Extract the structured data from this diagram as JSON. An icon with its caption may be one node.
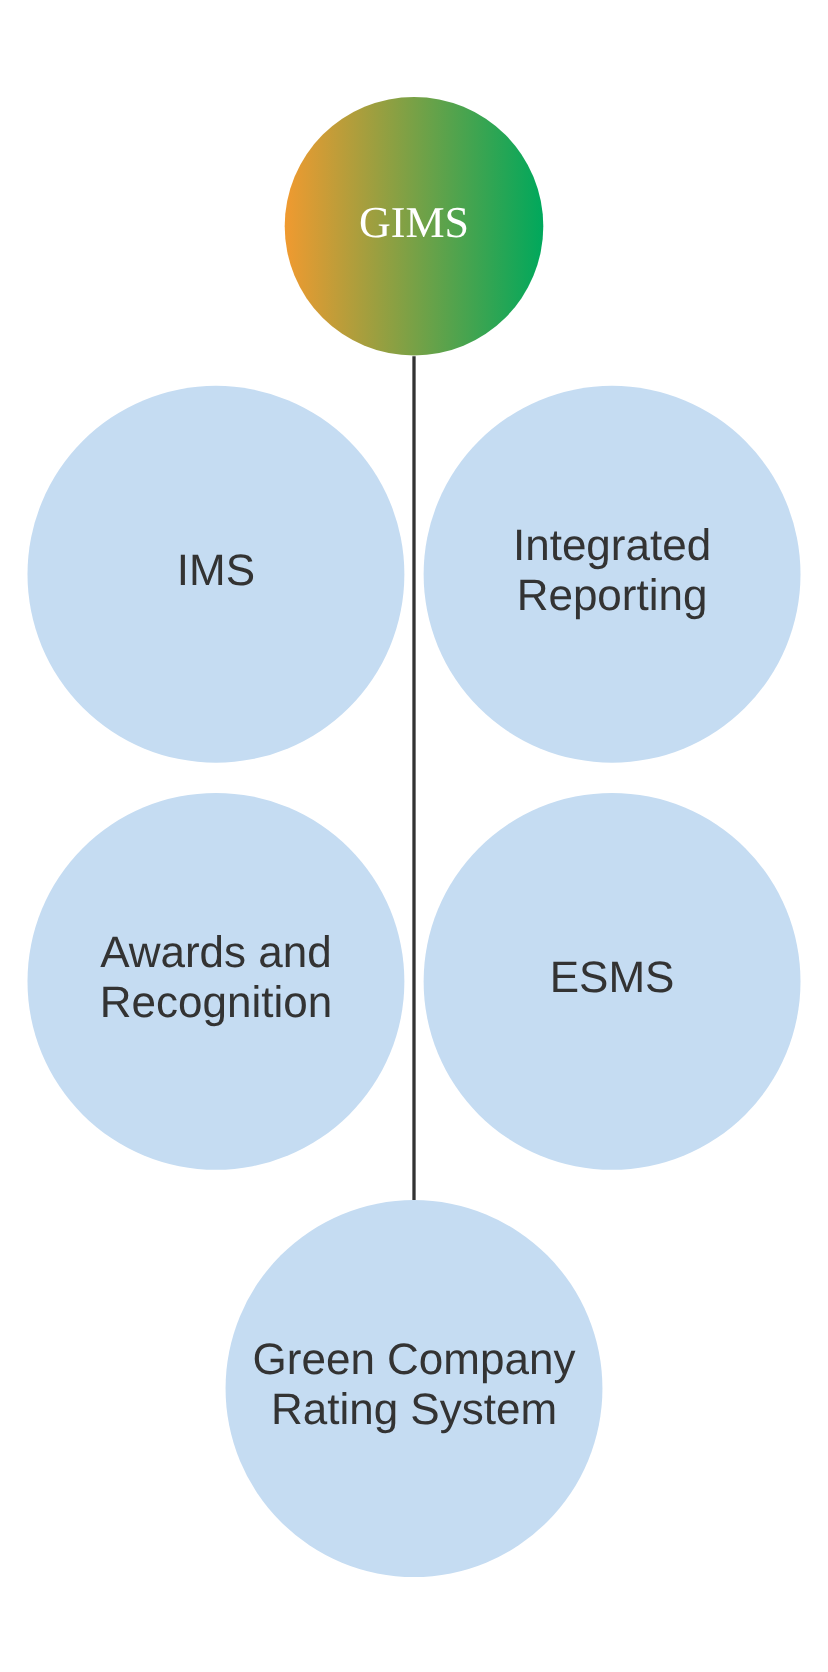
{
  "diagram": {
    "nodes": [
      {
        "text": [
          "GIMS"
        ]
      },
      {
        "text": [
          "IMS"
        ]
      },
      {
        "text": [
          "Integrated Reporting"
        ]
      },
      {
        "text": [
          "Awards and Recognition"
        ]
      },
      {
        "text": [
          "ESMS"
        ]
      },
      {
        "text": [
          "Green Company Rating System"
        ]
      }
    ],
    "edges": [
      {
        "from": 0,
        "to": 5,
        "arrow": "none"
      }
    ]
  }
}
